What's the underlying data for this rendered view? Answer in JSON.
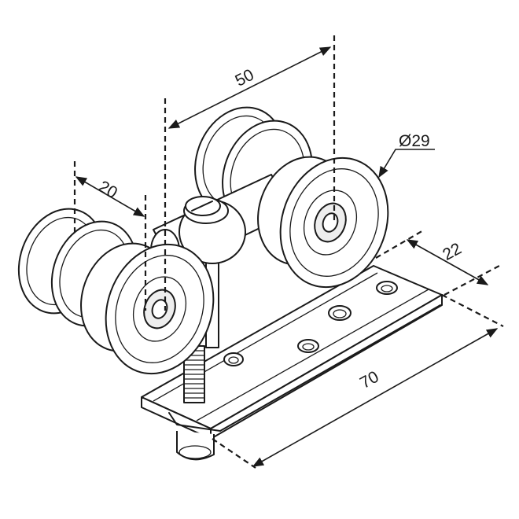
{
  "dimensions": {
    "wheel_spacing_front": "20",
    "wheel_spacing_total": "50",
    "wheel_diameter": "Ø29",
    "plate_width": "22",
    "plate_length": "70"
  }
}
